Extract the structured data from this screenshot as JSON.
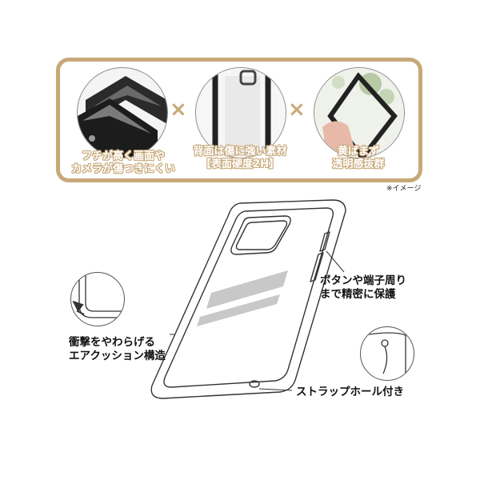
{
  "features": {
    "item1": "フチが高く画面や\nカメラが傷つきにくい",
    "item2": "背面は傷に強い素材\n【表面硬度2H】",
    "item3": "黄ばまず\n透明感抜群",
    "separator": "×"
  },
  "note": "※イメージ",
  "callouts": {
    "buttons": "ボタンや端子周り\nまで精密に保護",
    "cushion": "衝撃をやわらげる\nエアクッション構造",
    "strap": "ストラップホール付き"
  },
  "colors": {
    "accent": "#c8a878",
    "outline": "#333333"
  }
}
